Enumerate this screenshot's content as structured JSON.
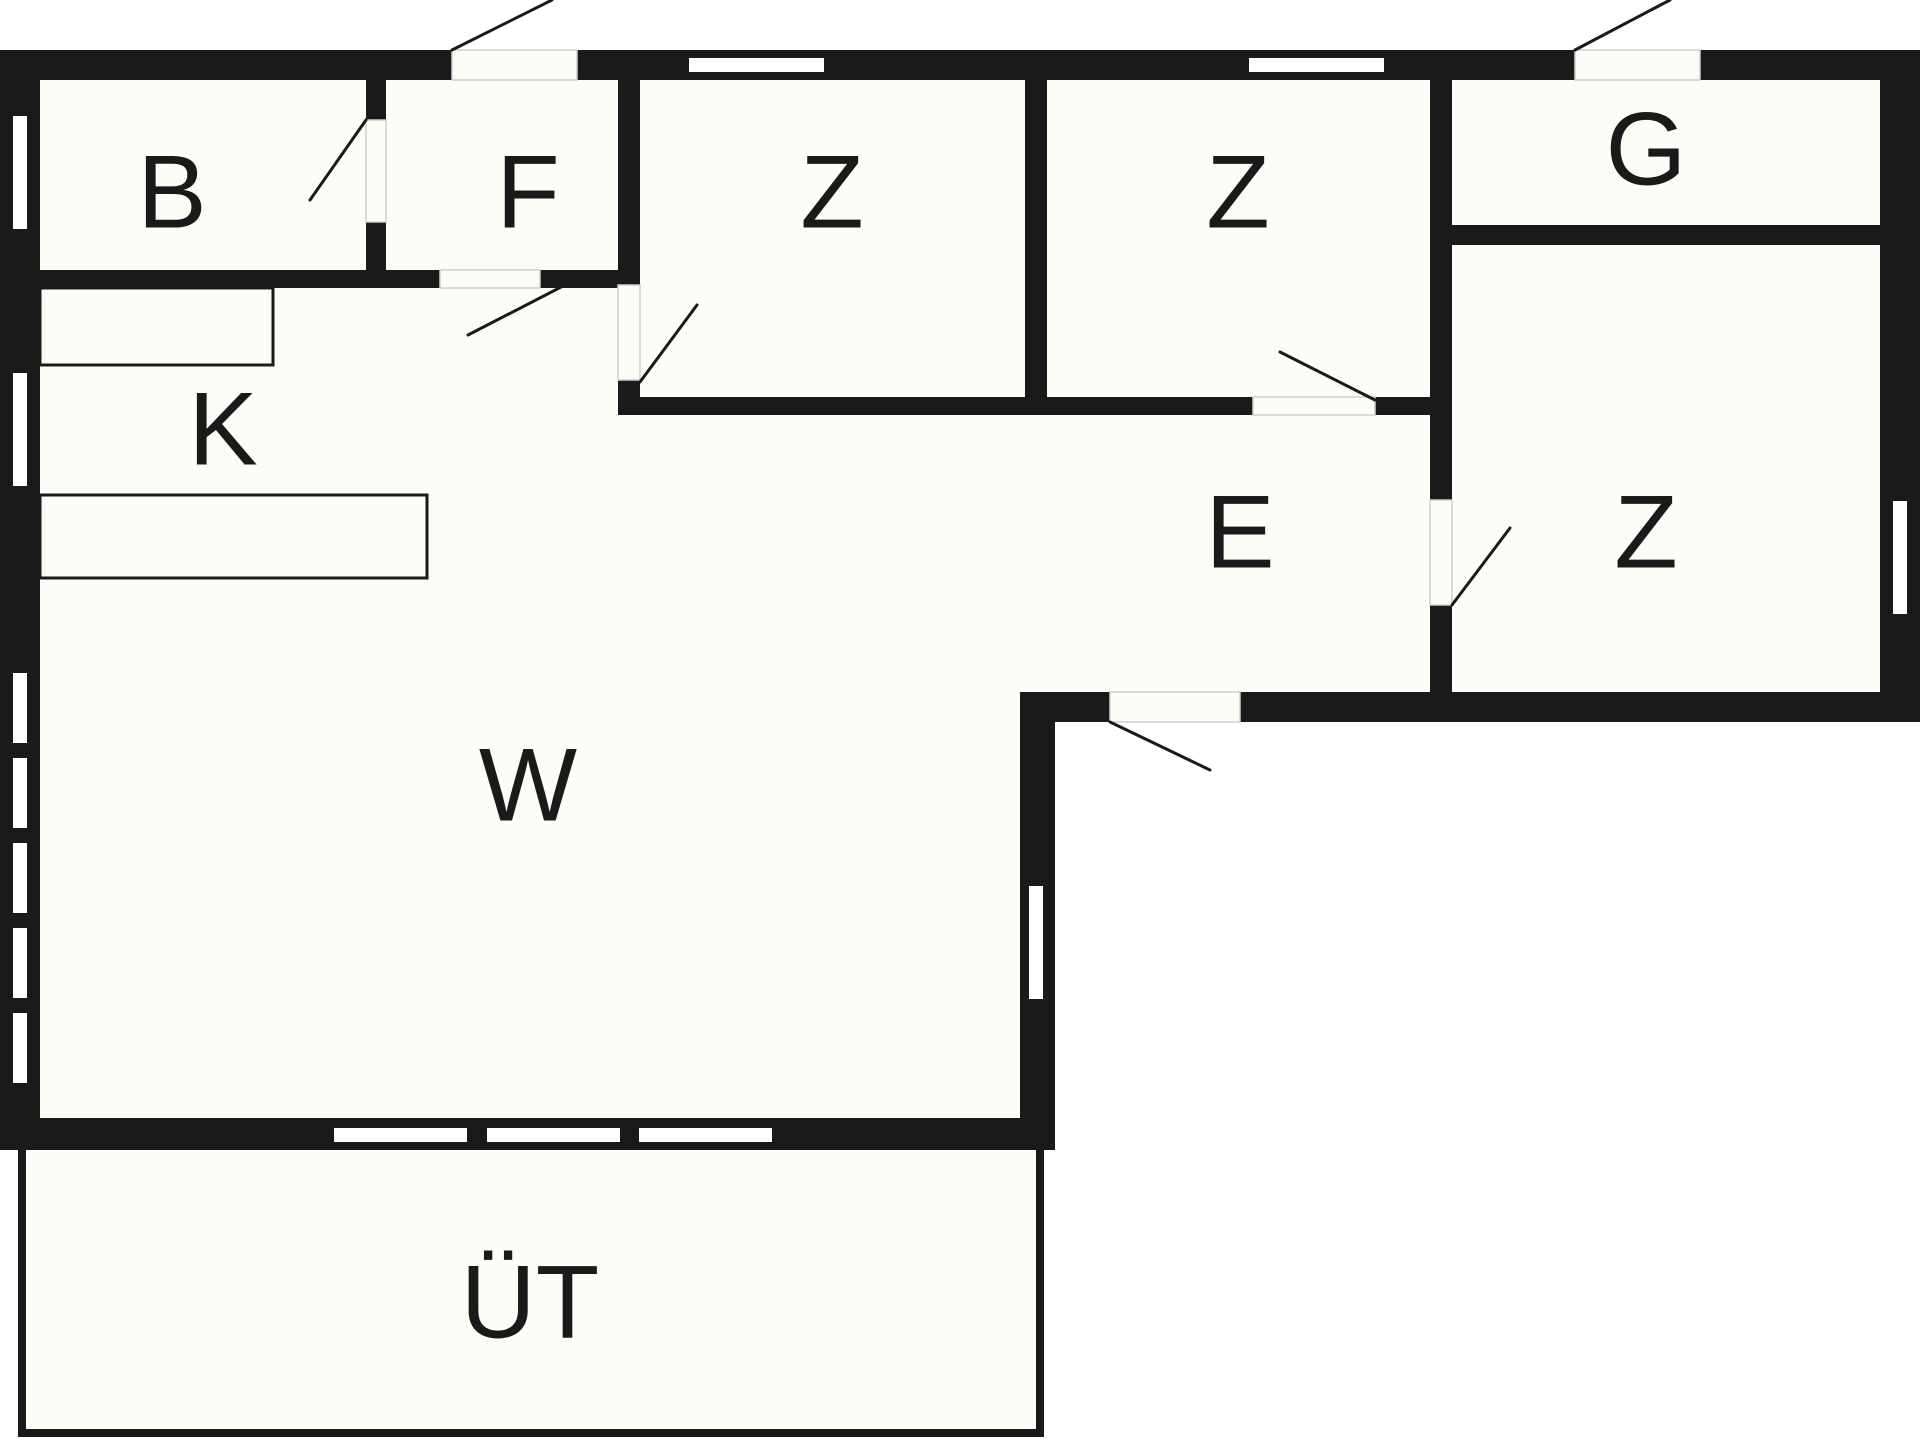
{
  "colors": {
    "floor": "#fcfdf6",
    "wall": "#1a1a1a",
    "window": "#ffffff",
    "background": "#ffffff"
  },
  "rooms": [
    {
      "id": "b",
      "label": "B"
    },
    {
      "id": "f",
      "label": "F"
    },
    {
      "id": "z1",
      "label": "Z"
    },
    {
      "id": "z2",
      "label": "Z"
    },
    {
      "id": "g",
      "label": "G"
    },
    {
      "id": "k",
      "label": "K"
    },
    {
      "id": "e",
      "label": "E"
    },
    {
      "id": "z3",
      "label": "Z"
    },
    {
      "id": "w",
      "label": "W"
    },
    {
      "id": "ut",
      "label": "ÜT"
    }
  ]
}
